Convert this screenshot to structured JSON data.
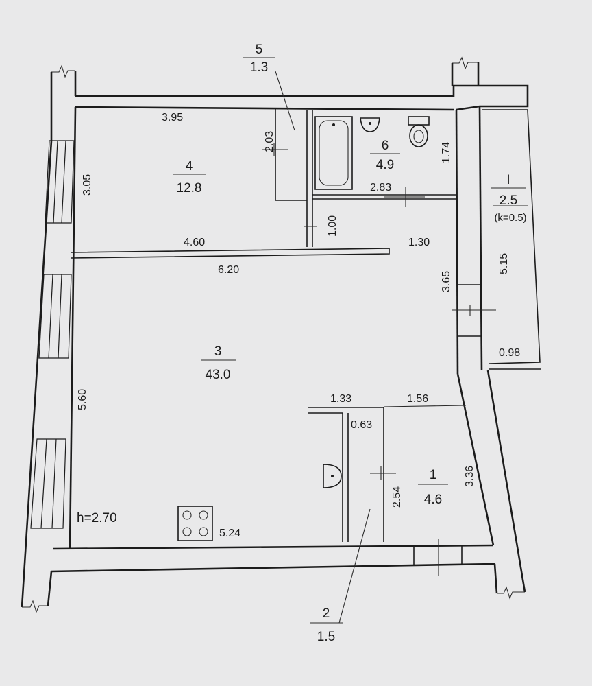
{
  "rooms": {
    "r1": {
      "number": "1",
      "area": "4.6"
    },
    "r2": {
      "number": "2",
      "area": "1.5"
    },
    "r3": {
      "number": "3",
      "area": "43.0"
    },
    "r4": {
      "number": "4",
      "area": "12.8"
    },
    "r5": {
      "number": "5",
      "area": "1.3"
    },
    "r6": {
      "number": "6",
      "area": "4.9"
    },
    "balcony": {
      "number": "I",
      "area": "2.5",
      "coef": "(k=0.5)"
    }
  },
  "dimensions": {
    "d395": "3.95",
    "d305": "3.05",
    "d203": "2.03",
    "d174": "1.74",
    "d283": "2.83",
    "d100": "1.00",
    "d460": "4.60",
    "d130": "1.30",
    "d620": "6.20",
    "d365": "3.65",
    "d515": "5.15",
    "d098": "0.98",
    "d560": "5.60",
    "d133": "1.33",
    "d156": "1.56",
    "d063": "0.63",
    "d254": "2.54",
    "d336": "3.36",
    "d524": "5.24"
  },
  "ceiling_height": "h=2.70"
}
